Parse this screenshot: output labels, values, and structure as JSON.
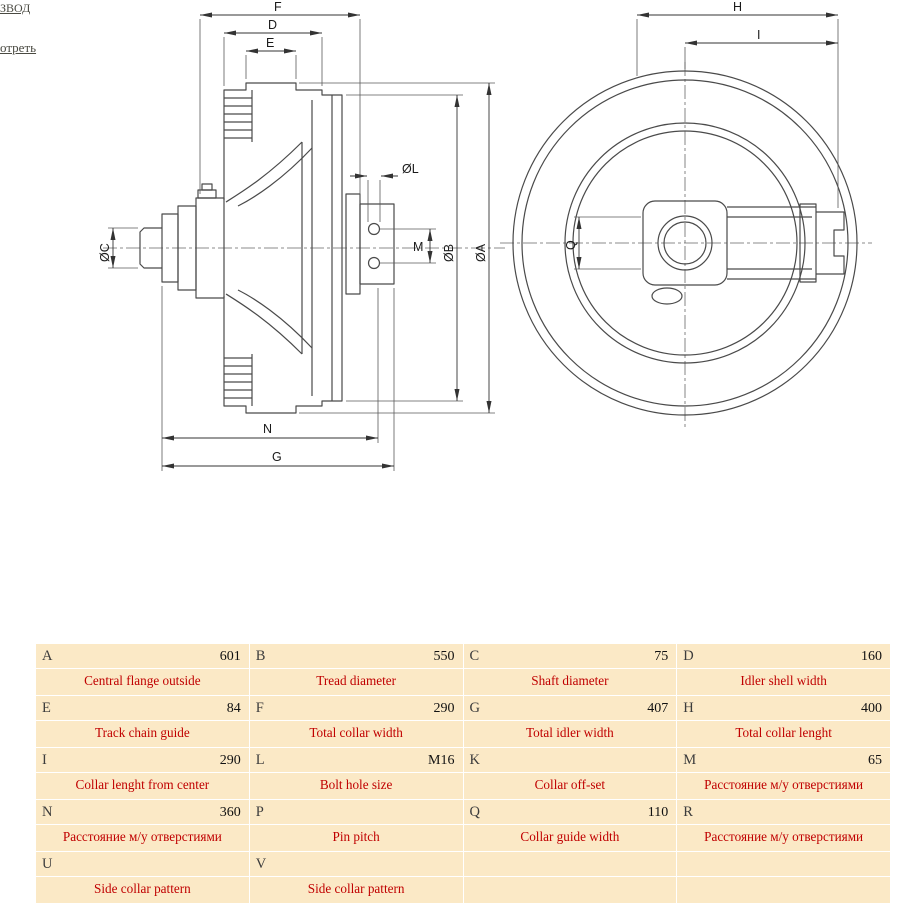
{
  "links": {
    "link1": "ЗВОД",
    "link2": "отреть"
  },
  "drawing": {
    "labels": {
      "f": "F",
      "d": "D",
      "e": "E",
      "l": "ØL",
      "m": "M",
      "b": "ØB",
      "a": "ØA",
      "c": "ØC",
      "n": "N",
      "g": "G",
      "h": "H",
      "i": "I",
      "q": "Q"
    }
  },
  "table": {
    "rows": [
      [
        {
          "letter": "A",
          "value": "601",
          "desc": "Central flange outside"
        },
        {
          "letter": "B",
          "value": "550",
          "desc": "Tread diameter"
        },
        {
          "letter": "C",
          "value": "75",
          "desc": "Shaft diameter"
        },
        {
          "letter": "D",
          "value": "160",
          "desc": "Idler shell width"
        }
      ],
      [
        {
          "letter": "E",
          "value": "84",
          "desc": "Track chain guide"
        },
        {
          "letter": "F",
          "value": "290",
          "desc": "Total collar width"
        },
        {
          "letter": "G",
          "value": "407",
          "desc": "Total idler width"
        },
        {
          "letter": "H",
          "value": "400",
          "desc": "Total collar lenght"
        }
      ],
      [
        {
          "letter": "I",
          "value": "290",
          "desc": "Collar lenght from center"
        },
        {
          "letter": "L",
          "value": "M16",
          "desc": "Bolt hole size"
        },
        {
          "letter": "K",
          "value": "",
          "desc": "Collar off-set"
        },
        {
          "letter": "M",
          "value": "65",
          "desc": "Расстояние м/у отверстиями"
        }
      ],
      [
        {
          "letter": "N",
          "value": "360",
          "desc": "Расстояние м/у отверстиями"
        },
        {
          "letter": "P",
          "value": "",
          "desc": "Pin pitch"
        },
        {
          "letter": "Q",
          "value": "110",
          "desc": "Collar guide width"
        },
        {
          "letter": "R",
          "value": "",
          "desc": "Расстояние м/у отверстиями"
        }
      ],
      [
        {
          "letter": "U",
          "value": "",
          "desc": "Side collar pattern"
        },
        {
          "letter": "V",
          "value": "",
          "desc": "Side collar pattern"
        },
        {
          "letter": "",
          "value": "",
          "desc": ""
        },
        {
          "letter": "",
          "value": "",
          "desc": ""
        }
      ]
    ]
  },
  "colors": {
    "table_bg": "#fbe9c6",
    "table_border": "#ffffff",
    "desc_text": "#c00000",
    "drawing_line": "#4a4a4a"
  }
}
